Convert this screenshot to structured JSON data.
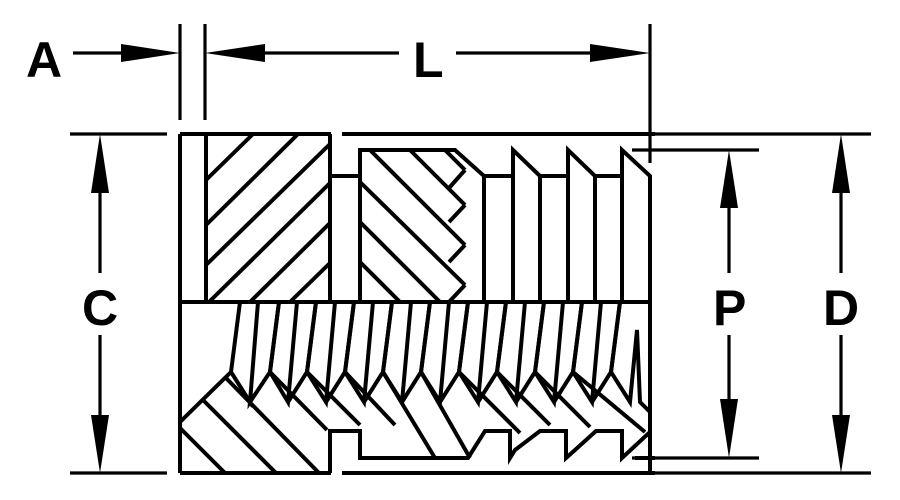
{
  "drawing": {
    "title": "Threaded insert dimension drawing",
    "stroke_color": "#000000",
    "background": "#ffffff"
  },
  "dimensions": {
    "A": {
      "label": "A",
      "meaning": "flange thickness"
    },
    "L": {
      "label": "L",
      "meaning": "overall length"
    },
    "C": {
      "label": "C",
      "meaning": "flange diameter"
    },
    "P": {
      "label": "P",
      "meaning": "pilot diameter"
    },
    "D": {
      "label": "D",
      "meaning": "outer diameter"
    }
  }
}
